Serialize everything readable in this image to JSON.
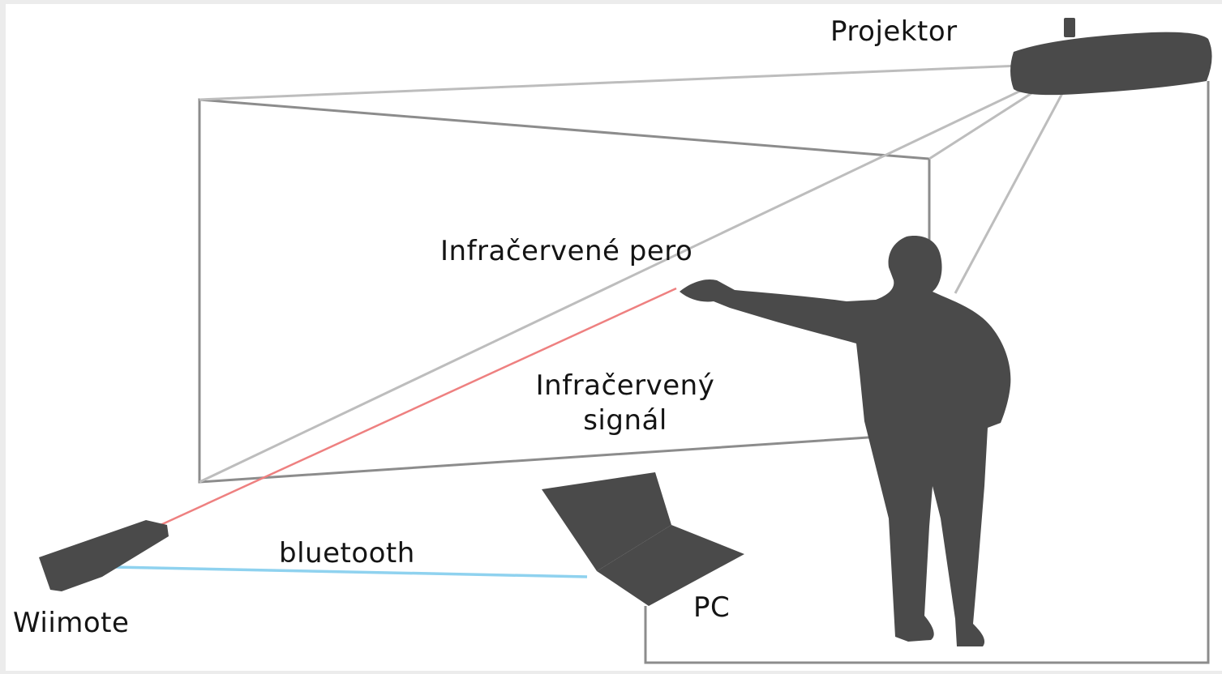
{
  "labels": {
    "projector": "Projektor",
    "ir_pen": "Infračervené pero",
    "ir_signal_line1": "Infračervený",
    "ir_signal_line2": "signál",
    "bluetooth": "bluetooth",
    "wiimote": "Wiimote",
    "pc": "PC"
  },
  "colors": {
    "silhouette": "#4a4a4a",
    "projection_lines": "#b9b9b9",
    "screen_outline": "#8c8c8c",
    "ir_signal": "#ee8080",
    "bluetooth_link": "#8fd2ef",
    "text": "#141414"
  },
  "icons": {
    "projector": "projector-icon",
    "wiimote": "wiimote-icon",
    "laptop": "laptop-icon",
    "person": "person-silhouette"
  }
}
